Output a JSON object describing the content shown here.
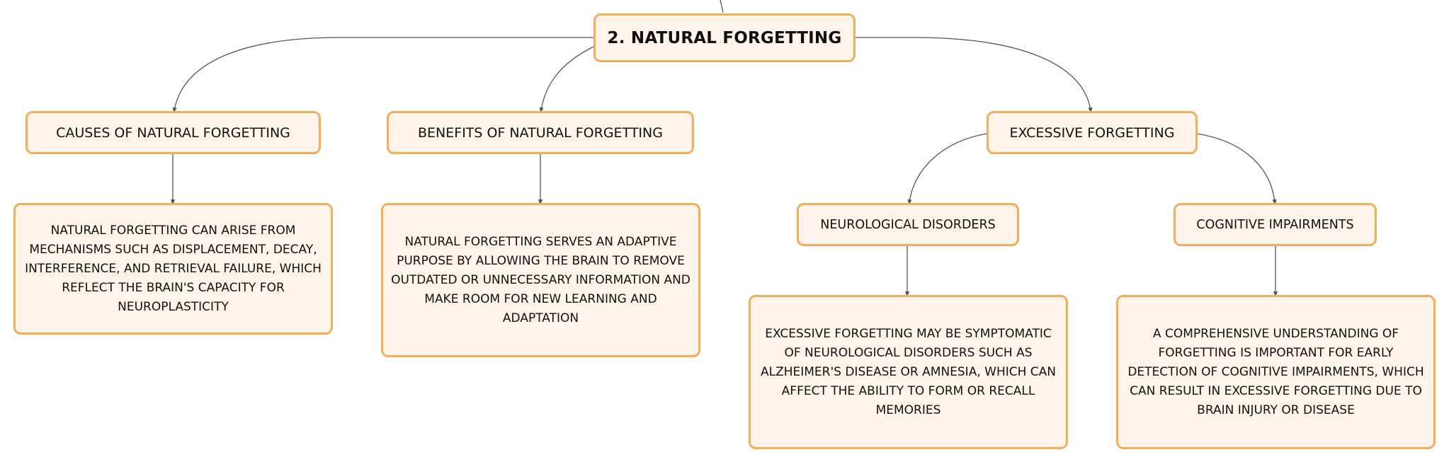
{
  "colors": {
    "node_fill": "#fef4ea",
    "node_border": "#f3ad5b",
    "connector": "#555555",
    "text": "#111111"
  },
  "mindmap": {
    "root": "2. NATURAL FORGETTING",
    "causes": {
      "title": "CAUSES OF NATURAL FORGETTING",
      "description": "NATURAL FORGETTING CAN ARISE FROM MECHANISMS SUCH AS DISPLACEMENT, DECAY, INTERFERENCE, AND RETRIEVAL FAILURE, WHICH REFLECT THE BRAIN'S CAPACITY FOR NEUROPLASTICITY"
    },
    "benefits": {
      "title": "BENEFITS OF NATURAL FORGETTING",
      "description": "NATURAL FORGETTING SERVES AN ADAPTIVE PURPOSE BY ALLOWING THE BRAIN TO REMOVE OUTDATED OR UNNECESSARY INFORMATION AND MAKE ROOM FOR NEW LEARNING AND ADAPTATION"
    },
    "excessive": {
      "title": "EXCESSIVE FORGETTING",
      "neurological": {
        "title": "NEUROLOGICAL DISORDERS",
        "description": "EXCESSIVE FORGETTING MAY BE SYMPTOMATIC OF NEUROLOGICAL DISORDERS SUCH AS ALZHEIMER'S DISEASE OR AMNESIA, WHICH CAN AFFECT THE ABILITY TO FORM OR RECALL MEMORIES"
      },
      "cognitive": {
        "title": "COGNITIVE IMPAIRMENTS",
        "description": "A COMPREHENSIVE UNDERSTANDING OF FORGETTING IS IMPORTANT FOR EARLY DETECTION OF COGNITIVE IMPAIRMENTS, WHICH CAN RESULT IN EXCESSIVE FORGETTING DUE TO BRAIN INJURY OR DISEASE"
      }
    }
  }
}
